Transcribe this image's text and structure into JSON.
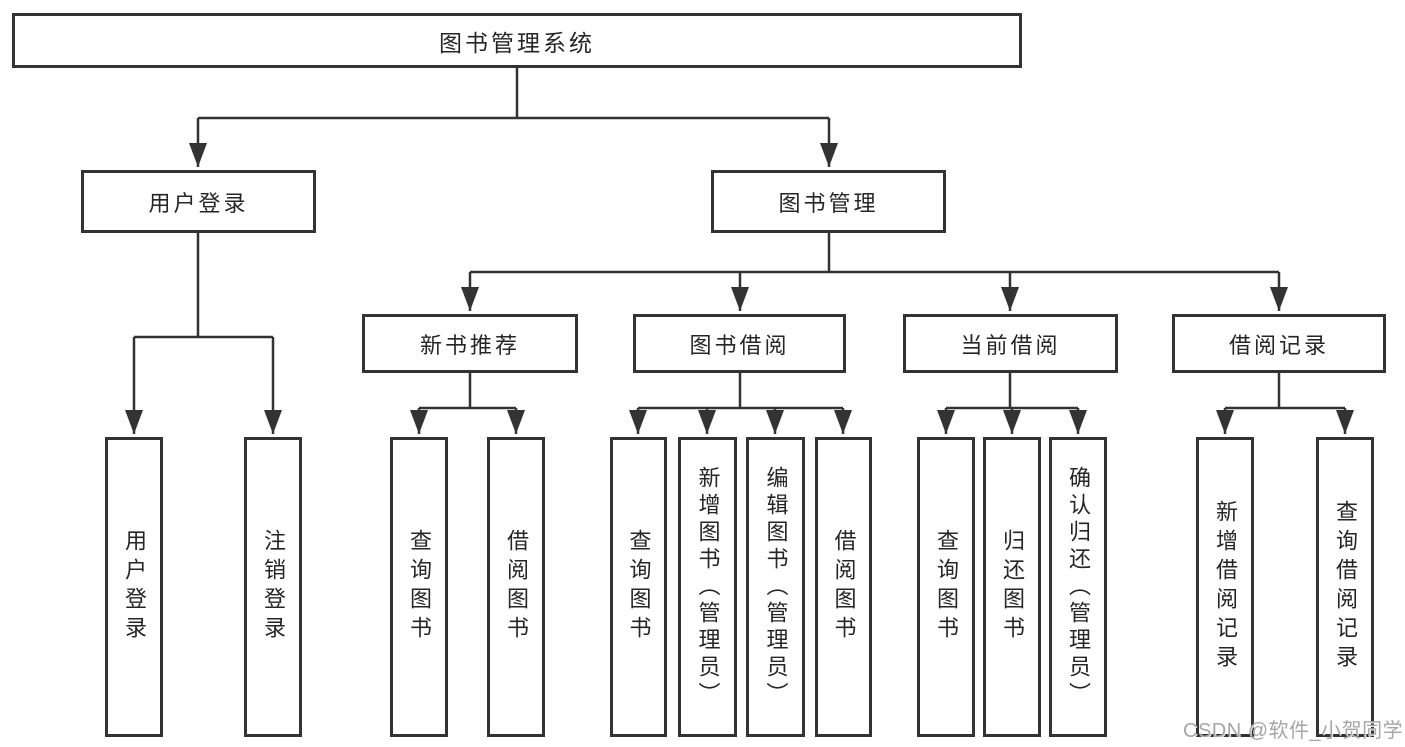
{
  "diagram": {
    "type": "tree",
    "root": "图书管理系统",
    "level2": {
      "user_login": "用户登录",
      "book_management": "图书管理"
    },
    "level3": {
      "new_book_recommend": "新书推荐",
      "book_borrow": "图书借阅",
      "current_borrow": "当前借阅",
      "borrow_records": "借阅记录"
    },
    "leaves": {
      "user_login": "用户登录",
      "logout": "注销登录",
      "query_books_1": "查询图书",
      "borrow_books_1": "借阅图书",
      "query_books_2": "查询图书",
      "add_book_admin": "新增图书（管理员）",
      "edit_book_admin": "编辑图书（管理员）",
      "borrow_books_2": "借阅图书",
      "query_books_3": "查询图书",
      "return_books": "归还图书",
      "confirm_return_admin": "确认归还（管理员）",
      "add_borrow_record": "新增借阅记录",
      "query_borrow_record": "查询借阅记录"
    },
    "structure": [
      {
        "parent": "图书管理系统",
        "children": [
          "用户登录",
          "图书管理"
        ]
      },
      {
        "parent": "用户登录",
        "children": [
          "用户登录",
          "注销登录"
        ]
      },
      {
        "parent": "图书管理",
        "children": [
          "新书推荐",
          "图书借阅",
          "当前借阅",
          "借阅记录"
        ]
      },
      {
        "parent": "新书推荐",
        "children": [
          "查询图书",
          "借阅图书"
        ]
      },
      {
        "parent": "图书借阅",
        "children": [
          "查询图书",
          "新增图书（管理员）",
          "编辑图书（管理员）",
          "借阅图书"
        ]
      },
      {
        "parent": "当前借阅",
        "children": [
          "查询图书",
          "归还图书",
          "确认归还（管理员）"
        ]
      },
      {
        "parent": "借阅记录",
        "children": [
          "新增借阅记录",
          "查询借阅记录"
        ]
      }
    ]
  },
  "watermark": "CSDN @软件_小贺同学",
  "colors": {
    "line": "#333333",
    "text": "#262626",
    "watermark": "#a6a6a6",
    "background": "#ffffff"
  }
}
